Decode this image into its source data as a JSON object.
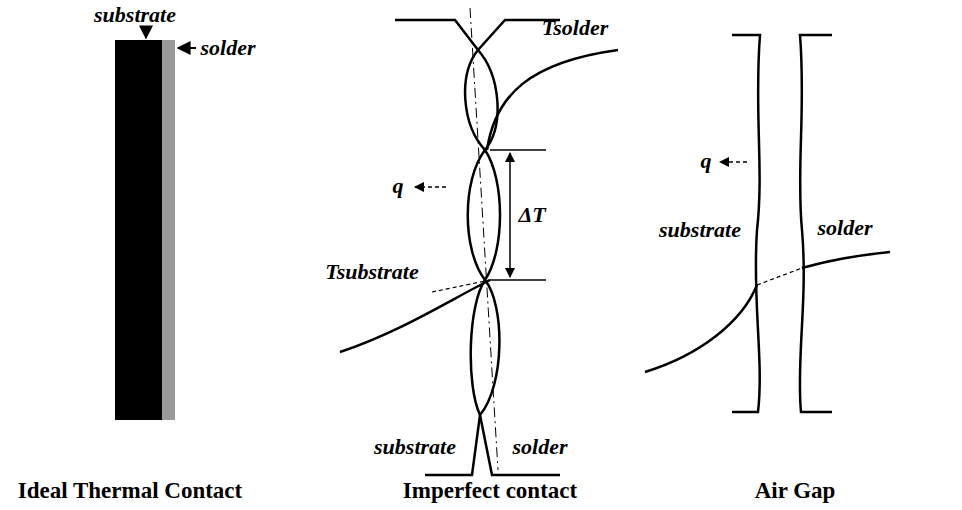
{
  "diagram": {
    "labels": [
      "substrate",
      "solder",
      "Tsolder",
      "q",
      "ΔT",
      "Tsubstrate",
      "substrate",
      "solder",
      "q",
      "substrate",
      "solder",
      "Ideal Thermal Contact",
      "Imperfect contact",
      "Air Gap"
    ]
  }
}
